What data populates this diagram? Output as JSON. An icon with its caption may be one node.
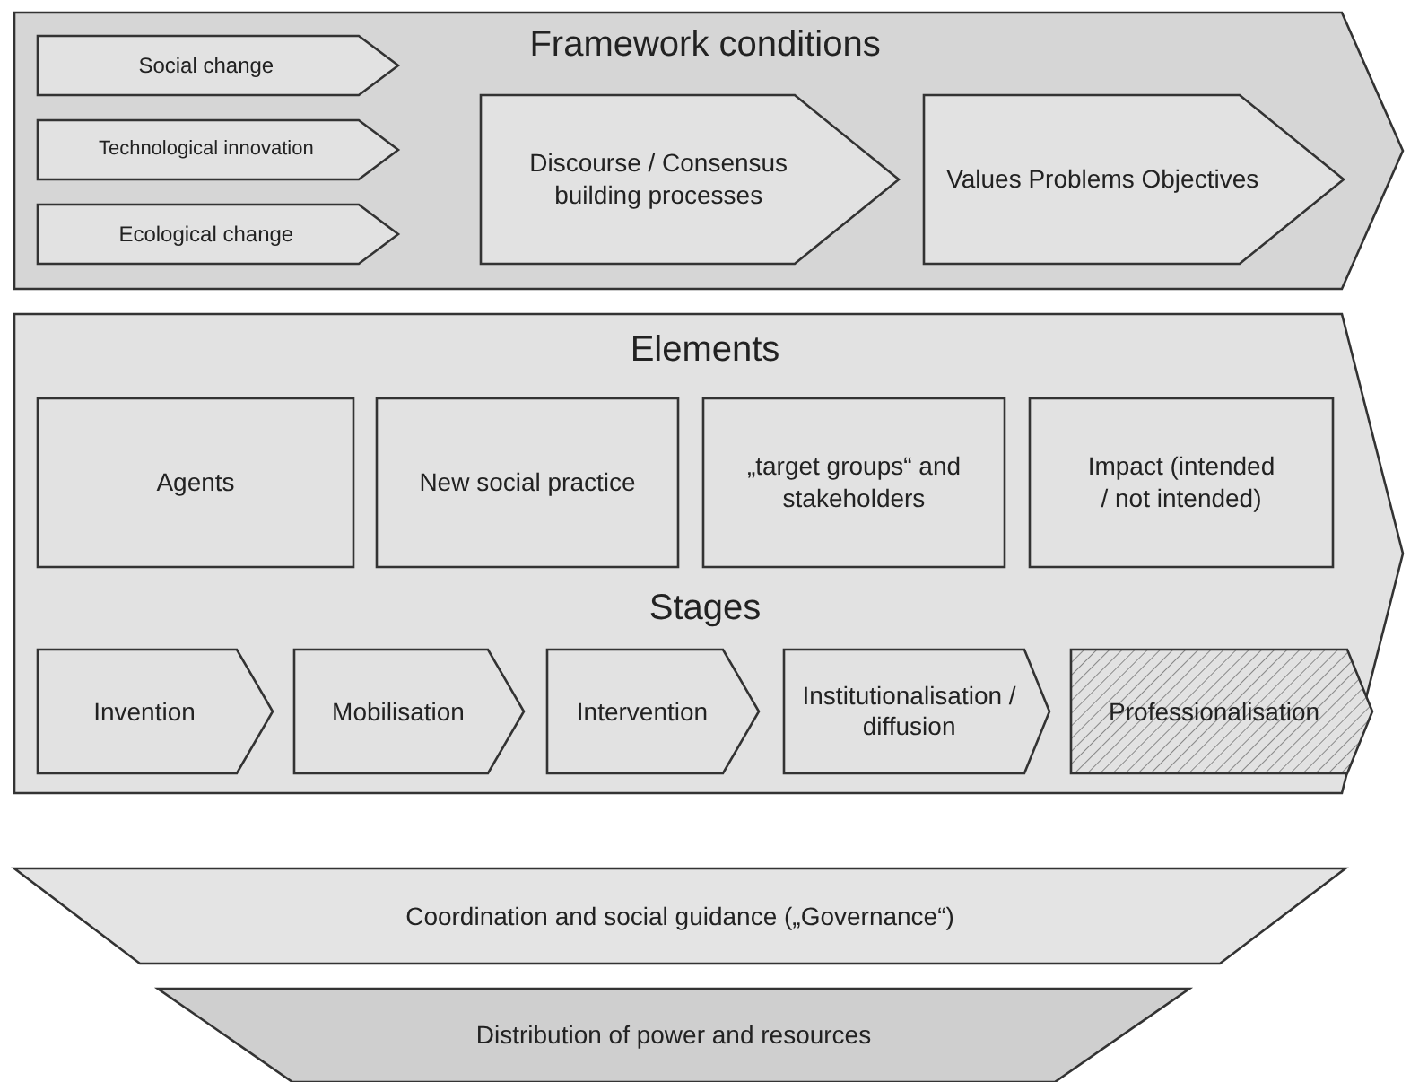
{
  "diagram": {
    "nodes": [
      {
        "text": [
          "Framework conditions"
        ]
      },
      {
        "text": [
          "Social change"
        ],
        "in": 0
      },
      {
        "text": [
          "Technological innovation"
        ],
        "in": 0
      },
      {
        "text": [
          "Ecological change"
        ],
        "in": 0
      },
      {
        "text": [
          "Discourse / Consensus building processes"
        ],
        "in": 0
      },
      {
        "text": [
          "Values Problems Objectives"
        ],
        "in": 0
      },
      {
        "text": [
          "Elements",
          "Stages"
        ]
      },
      {
        "text": [
          "Agents"
        ],
        "in": 6
      },
      {
        "text": [
          "New social practice"
        ],
        "in": 6
      },
      {
        "text": [
          "„target groups“ and stakeholders"
        ],
        "in": 6
      },
      {
        "text": [
          "Impact (intended / not intended)"
        ],
        "in": 6
      },
      {
        "text": [
          "Invention"
        ],
        "in": 6
      },
      {
        "text": [
          "Mobilisation"
        ],
        "in": 6
      },
      {
        "text": [
          "Intervention"
        ],
        "in": 6
      },
      {
        "text": [
          "Institutionalisation / diffusion"
        ],
        "in": 6
      },
      {
        "text": [
          "Professionalisation"
        ],
        "in": 6
      },
      {
        "text": [
          "Coordination and social guidance („Governance“)"
        ]
      },
      {
        "text": [
          "Distribution of power and resources"
        ]
      }
    ],
    "edges": []
  }
}
